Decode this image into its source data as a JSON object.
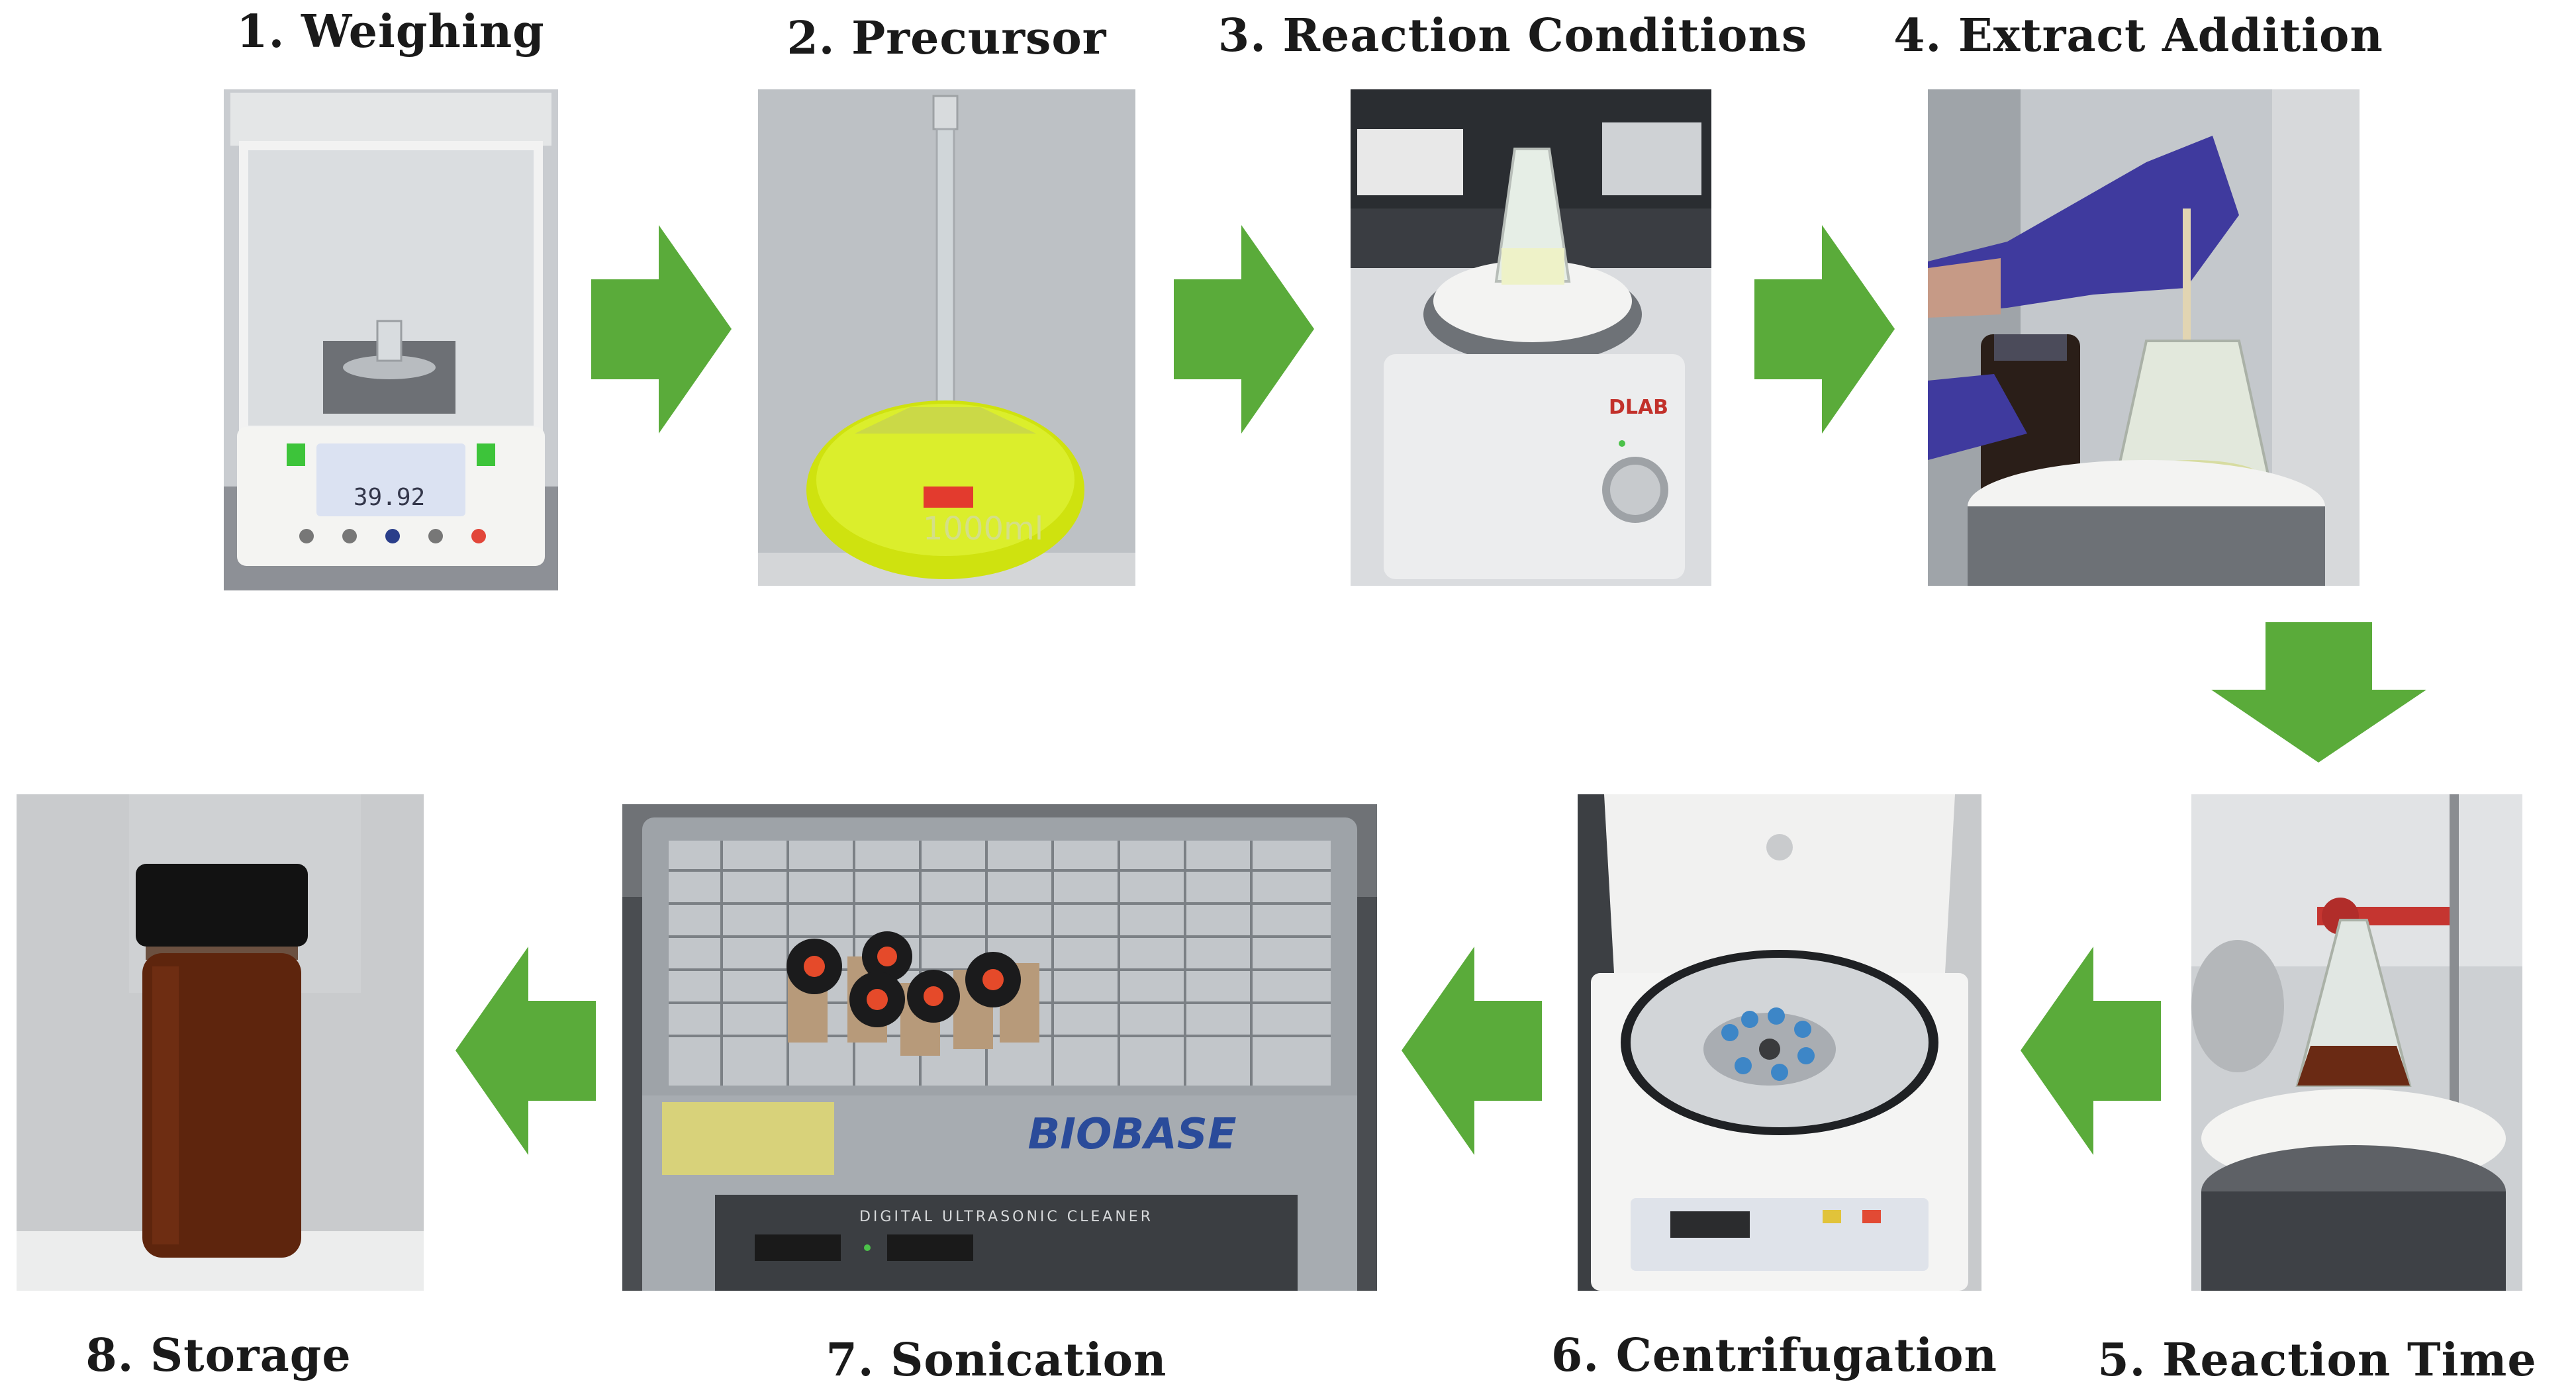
{
  "colors": {
    "arrow": "#5aab3a",
    "text": "#1a1a1a",
    "background": "#ffffff"
  },
  "steps": [
    {
      "label": "1. Weighing",
      "icon": "analytical-balance-photo",
      "display_value": "39.92"
    },
    {
      "label": "2. Precursor",
      "icon": "volumetric-flask-photo",
      "flask_text": "1000ml"
    },
    {
      "label": "3. Reaction Conditions",
      "icon": "hotplate-stirrer-photo",
      "brand": "DLAB"
    },
    {
      "label": "4. Extract Addition",
      "icon": "pipette-addition-photo"
    },
    {
      "label": "5. Reaction Time",
      "icon": "flask-on-stirrer-photo"
    },
    {
      "label": "6. Centrifugation",
      "icon": "centrifuge-photo"
    },
    {
      "label": "7. Sonication",
      "icon": "ultrasonic-cleaner-photo",
      "brand": "BIOBASE",
      "panel_text": "DIGITAL ULTRASONIC CLEANER"
    },
    {
      "label": "8. Storage",
      "icon": "storage-vial-photo"
    }
  ],
  "arrows": [
    "arrow-right",
    "arrow-right",
    "arrow-right",
    "arrow-down",
    "arrow-left",
    "arrow-left",
    "arrow-left"
  ]
}
